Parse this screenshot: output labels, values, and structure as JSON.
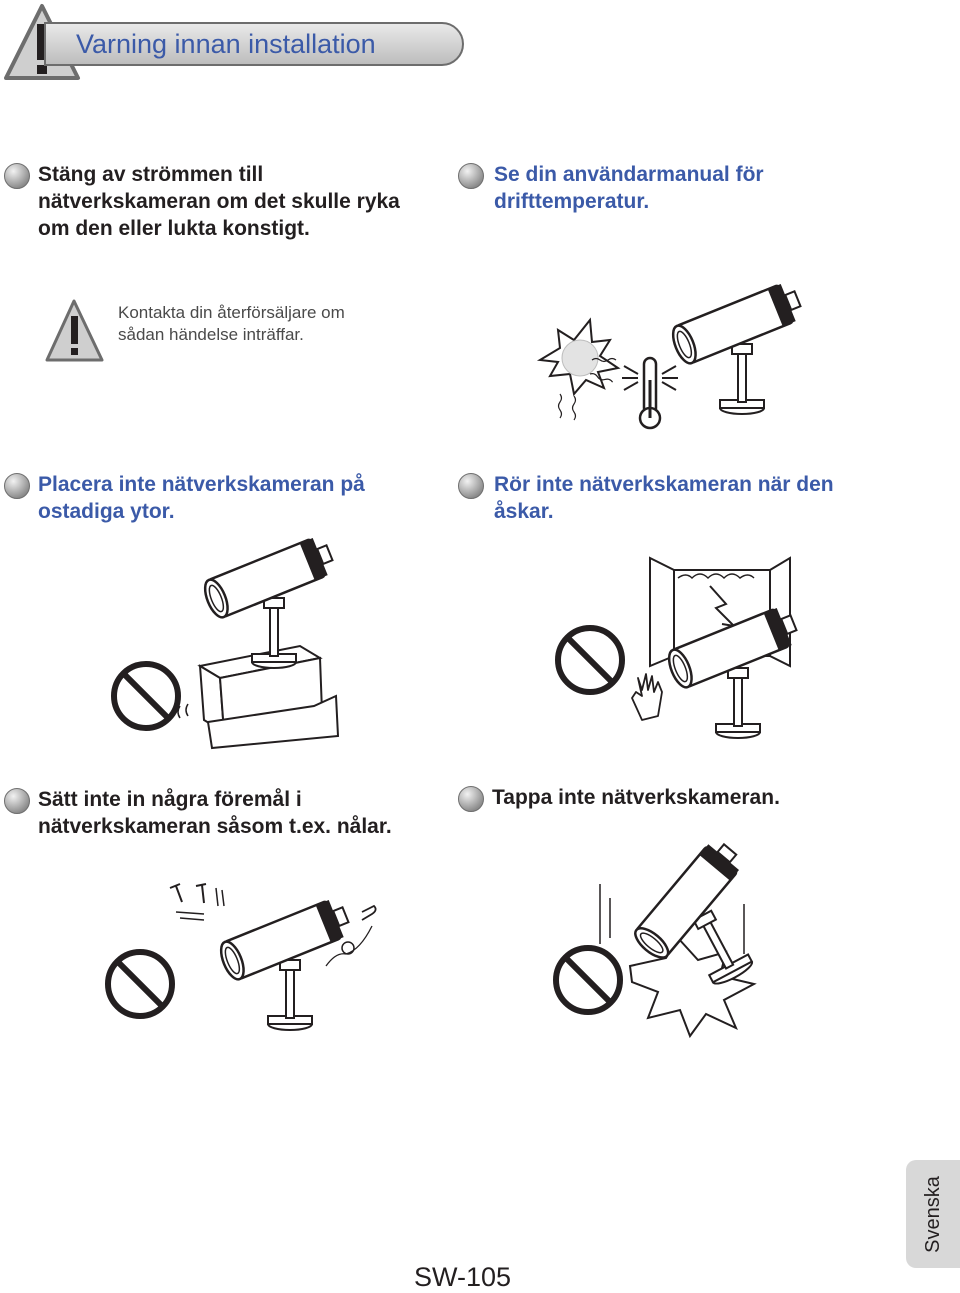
{
  "header": {
    "title": "Varning innan installation"
  },
  "sections": [
    {
      "id": "smoke",
      "lines": [
        "Stäng av strömmen till",
        "nätverkskameran om det skulle ryka",
        "om den eller lukta konstigt."
      ]
    },
    {
      "id": "temperature",
      "lines": [
        "Se din användarmanual för",
        "drifttemperatur."
      ]
    },
    {
      "id": "surface",
      "lines": [
        "Placera inte nätverkskameran på",
        "ostadiga ytor."
      ]
    },
    {
      "id": "thunder",
      "lines": [
        "Rör inte nätverkskameran när den",
        "åskar."
      ]
    },
    {
      "id": "objects",
      "lines": [
        "Sätt inte in några föremål i",
        "nätverkskameran såsom t.ex. nålar."
      ]
    },
    {
      "id": "drop",
      "lines": [
        "Tappa inte nätverkskameran."
      ]
    }
  ],
  "note": {
    "lines": [
      "Kontakta din återförsäljare om",
      "sådan händelse inträffar."
    ]
  },
  "footer": {
    "page_number": "SW-105",
    "language": "Svenska"
  },
  "colors": {
    "title": "#3b5aa8",
    "text": "#231f20",
    "tab": "#d8d8d8"
  }
}
